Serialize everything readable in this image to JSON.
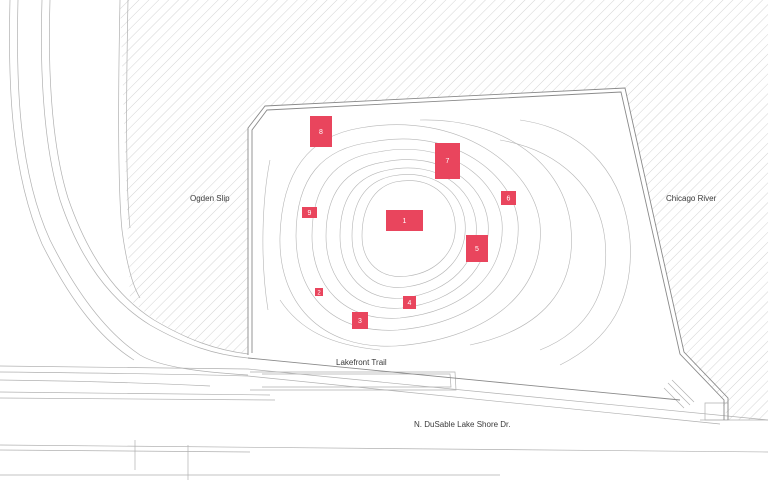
{
  "map": {
    "labels": {
      "ogden_slip": "Ogden Slip",
      "chicago_river": "Chicago River",
      "lakefront_trail": "Lakefront Trail",
      "lake_shore_dr": "N. DuSable Lake Shore Dr."
    },
    "markers": [
      "1",
      "2",
      "3",
      "4",
      "5",
      "6",
      "7",
      "8",
      "9"
    ],
    "colors": {
      "marker": "#e9455d",
      "line": "#a8a8a8",
      "hatch": "#c9c9c9",
      "label": "#3a3a3a"
    }
  }
}
